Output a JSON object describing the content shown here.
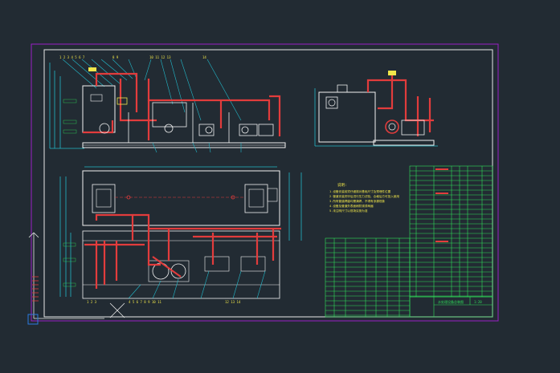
{
  "viewport": {
    "background": "#222b33"
  },
  "colors": {
    "frame": "#9a1fc7",
    "border": "#e8e8e8",
    "pipe": "#e23c3c",
    "line": "#f2f2f2",
    "dim": "#22b8c9",
    "table": "#2fe05a",
    "note": "#f0e64a",
    "accent": "#2a7be0"
  },
  "icons": {
    "ucs": "ucs-axis-icon",
    "cross": "cursor-cross-icon"
  },
  "notes": {
    "title": "说明:",
    "lines": [
      "1.设备安装前须仔细核对基础尺寸及预埋件位置",
      "2.管道安装完毕后进行压力试验，合格后方可投入使用",
      "3.所有管道焊缝均需满焊，不得有渗漏现象",
      "4.设备及管道外表面刷防锈漆两遍",
      "5.未注明尺寸以现场实测为准"
    ]
  },
  "title_block": {
    "drawing_name": "水处理设备总装图",
    "scale": "1:20"
  }
}
